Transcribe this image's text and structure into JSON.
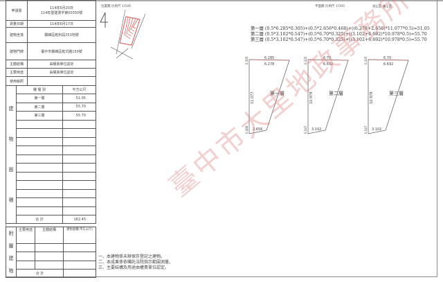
{
  "info": {
    "applicant_label": "申請書",
    "applicant_date": "114年5月20日",
    "applicant_no": "114年登建測字第00350號",
    "survey_date_label": "測量日期",
    "survey_date": "114年6月17日",
    "location_label": "建物坐落",
    "location": "霧峰區乾利段253地號",
    "address_label": "建物門牌",
    "address": "臺中市霧峰區乾坑路150號",
    "structure_label": "主體結構",
    "structure": "由權責單位認定",
    "usage_label": "主要用途",
    "usage": "由權責單位認定",
    "permit_label": "使用執照",
    "permit": ""
  },
  "building": {
    "side_chars": [
      "建",
      "物",
      "面",
      "積"
    ],
    "col_floor": "樓 層 別",
    "col_area": "平方公尺",
    "rows": [
      {
        "floor": "第一層",
        "area": "51.05"
      },
      {
        "floor": "第二層",
        "area": "55.70"
      },
      {
        "floor": "第三層",
        "area": "55.70"
      }
    ],
    "total_label": "合 計",
    "total": "162.45"
  },
  "attached": {
    "side_chars": [
      "附",
      "屬",
      "建",
      "物"
    ],
    "col_usage": "主要用途",
    "col_structure": "主體結構",
    "col_area": "建物面積(平方公尺)",
    "total_label": "合 計"
  },
  "location_map": {
    "label": "位置圖",
    "scale": "比例尺 1/500"
  },
  "plan": {
    "label": "平面圖",
    "scale": "比例尺 1/500",
    "pages": "共1頁",
    "page": "第1頁"
  },
  "formulas": [
    {
      "floor": "第一層",
      "expr": "(0.5*6.285*0.305)+(0.5*2.656*0.468)+((6.278+2.656)*11.077*0.5)=51.05"
    },
    {
      "floor": "第二層",
      "expr": "(0.5*3.102*0.547)+(0.5*6.70*0.325)+((3.102+6.692)*10.978*0.5)=55.70"
    },
    {
      "floor": "第三層",
      "expr": "(0.5*3.102*0.547)+(0.5*6.70*0.325)+((3.102+6.692)*10.978*0.5)=55.70"
    }
  ],
  "drawings": [
    {
      "name": "第一層",
      "top_outer": "6.285",
      "top_inner": "6.278",
      "side": "11.077",
      "bottom": "2.656",
      "left_top": "0.305",
      "left_bottom": "0.468"
    },
    {
      "name": "第二層",
      "top_outer": "6.70",
      "top_inner": "6.692",
      "side": "10.978",
      "bottom": "3.102",
      "left_top": "0.325",
      "left_bottom": "0.547"
    },
    {
      "name": "第三層",
      "top_outer": "6.70",
      "top_inner": "6.692",
      "side": "10.978",
      "bottom": "3.102",
      "left_top": "0.325",
      "left_bottom": "0.547"
    }
  ],
  "notes": [
    "一、本建物係未辦保存登記之建物。",
    "二、本成果係依囑託法院指示範圍測量。",
    "三、主要結構及用途由權責單位認定。"
  ],
  "watermark": "臺中市大里地政事務所",
  "colors": {
    "hatch": "#d9534f",
    "line": "#555555",
    "watermark": "#e8a0a0"
  }
}
